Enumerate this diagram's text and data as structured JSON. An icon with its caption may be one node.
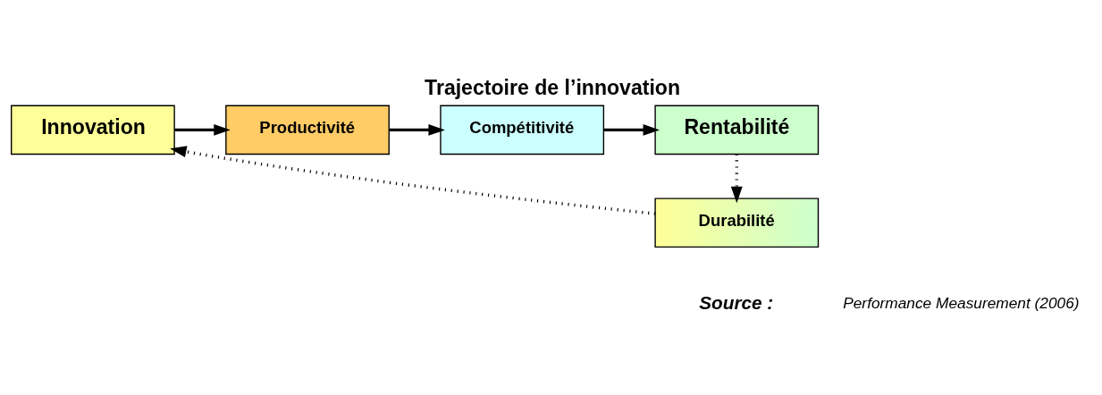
{
  "diagram": {
    "title": "Trajectoire de l’innovation",
    "nodes": [
      {
        "text": [
          "Innovation"
        ]
      },
      {
        "text": [
          "Productivité"
        ]
      },
      {
        "text": [
          "Compétitivité"
        ]
      },
      {
        "text": [
          "Rentabilité"
        ]
      },
      {
        "text": [
          "Durabilité"
        ]
      }
    ],
    "edges": [
      {
        "from": 0,
        "to": 1,
        "arrow": "to"
      },
      {
        "from": 1,
        "to": 2,
        "arrow": "to"
      },
      {
        "from": 2,
        "to": 3,
        "arrow": "to"
      },
      {
        "from": 3,
        "to": 4,
        "arrow": "to",
        "style": "dashed"
      },
      {
        "from": 4,
        "to": 0,
        "arrow": "to",
        "style": "dashed"
      }
    ],
    "labels": [
      "Source :",
      "Performance Measurement (2006)"
    ]
  }
}
